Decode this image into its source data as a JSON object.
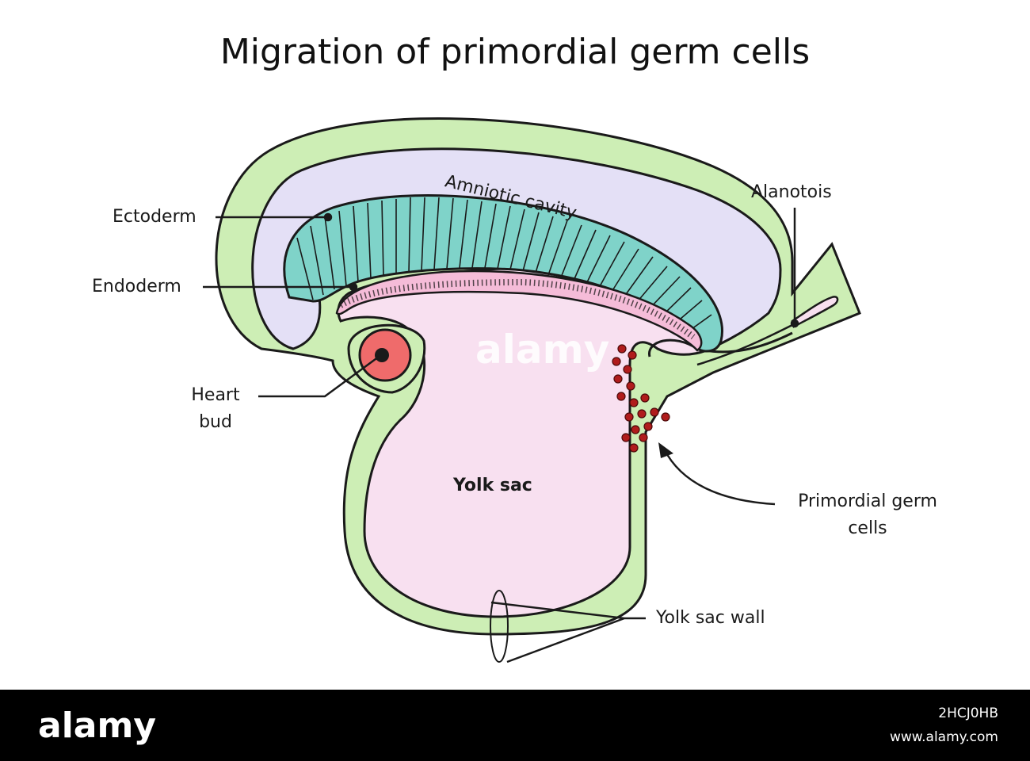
{
  "title": "Migration of primordial germ cells",
  "labels": {
    "amniotic_cavity": "Amniotic cavity",
    "ectoderm": "Ectoderm",
    "endoderm": "Endoderm",
    "alanotois": "Alanotois",
    "heart_bud_line1": "Heart",
    "heart_bud_line2": "bud",
    "yolk_sac": "Yolk sac",
    "pgc_line1": "Primordial germ",
    "pgc_line2": "cells",
    "yolk_sac_wall": "Yolk sac wall"
  },
  "colors": {
    "membrane_green": "#cdeeb5",
    "amniotic_lavender": "#e4e0f6",
    "ectoderm_teal": "#7fd3c9",
    "yolk_pink": "#f8e0f0",
    "heart_red": "#ef6b6b",
    "germ_cell_red": "#b01c1c",
    "outline": "#1a1a1a"
  },
  "watermark": {
    "diagram_mark": "alamy",
    "footer_brand": "alamy",
    "image_id": "2HCJ0HB",
    "site": "www.alamy.com"
  }
}
